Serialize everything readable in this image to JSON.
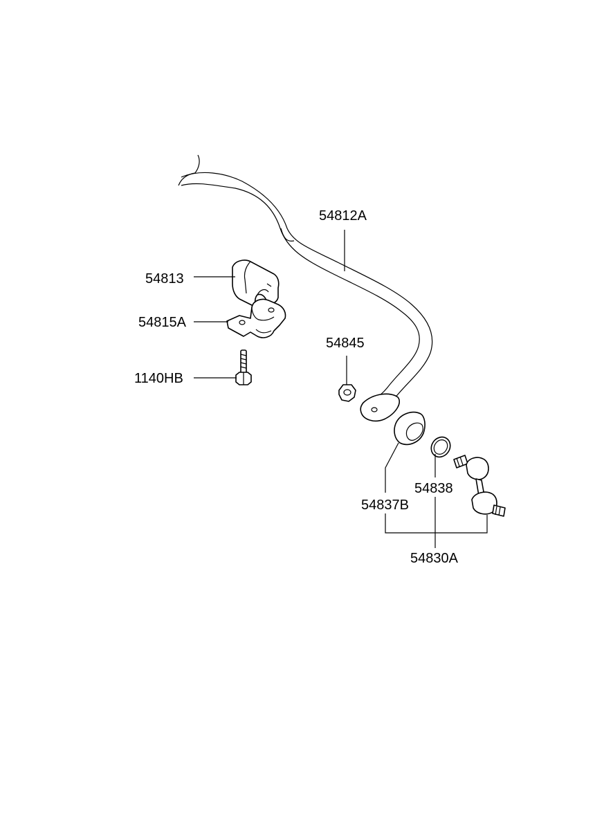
{
  "parts": {
    "stabilizer_bar": "54812A",
    "bushing": "54813",
    "bracket": "54815A",
    "bolt": "1140HB",
    "nut": "54845",
    "dust_cover": "54837B",
    "ring": "54838",
    "link_assembly": "54830A"
  }
}
